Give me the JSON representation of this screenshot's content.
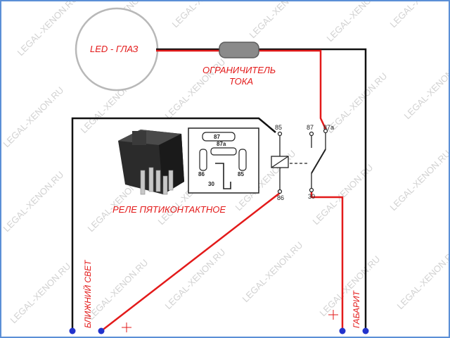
{
  "watermark": "LEGAL-XENON.RU",
  "labels": {
    "led": "LED - ГЛАЗ",
    "limiter_line1": "ОГРАНИЧИТЕЛЬ",
    "limiter_line2": "ТОКА",
    "relay": "РЕЛЕ  ПЯТИКОНТАКТНОЕ",
    "low_beam": "БЛИЖНИЙ СВЕТ",
    "parking": "ГАБАРИТ"
  },
  "pins": {
    "p85": "85",
    "p86": "86",
    "p87": "87",
    "p87a": "87a",
    "p30": "30",
    "socket_87": "87",
    "socket_87a": "87a",
    "socket_86": "86",
    "socket_85": "85",
    "socket_30": "30"
  },
  "colors": {
    "wire_red": "#e31a1a",
    "wire_black": "#111111",
    "node_blue": "#2233cc",
    "frame": "#5b8fd6",
    "watermark": "#d2d2d2"
  }
}
